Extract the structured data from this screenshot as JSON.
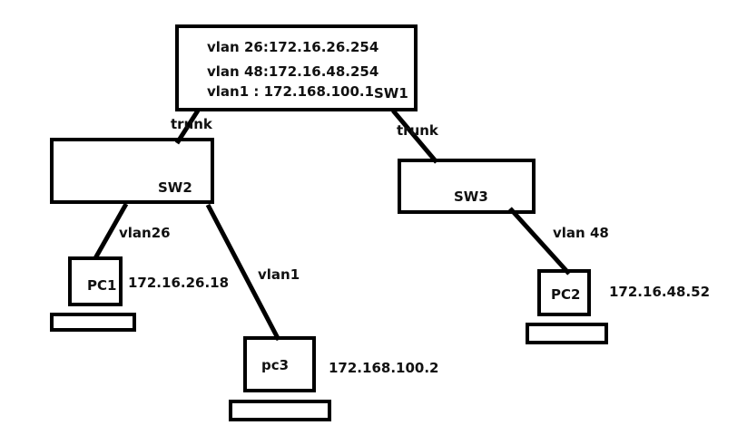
{
  "title": "VLAN network topology",
  "colors": {
    "stroke": "#000000",
    "background": "#ffffff",
    "text": "#111111"
  },
  "nodes": {
    "sw1": {
      "name": "SW1",
      "config": [
        "vlan 26:172.16.26.254",
        "vlan 48:172.16.48.254",
        "vlan1 :  172.168.100.1"
      ]
    },
    "sw2": {
      "name": "SW2"
    },
    "sw3": {
      "name": "SW3"
    },
    "pc1": {
      "name": "PC1",
      "ip": "172.16.26.18"
    },
    "pc2": {
      "name": "PC2",
      "ip": "172.16.48.52"
    },
    "pc3": {
      "name": "pc3",
      "ip": "172.168.100.2"
    }
  },
  "links": [
    {
      "from": "SW1",
      "to": "SW2",
      "label": "trunk"
    },
    {
      "from": "SW1",
      "to": "SW3",
      "label": "trunk"
    },
    {
      "from": "SW2",
      "to": "PC1",
      "label": "vlan26"
    },
    {
      "from": "SW2",
      "to": "pc3",
      "label": "vlan1"
    },
    {
      "from": "SW3",
      "to": "PC2",
      "label": "vlan 48"
    }
  ]
}
